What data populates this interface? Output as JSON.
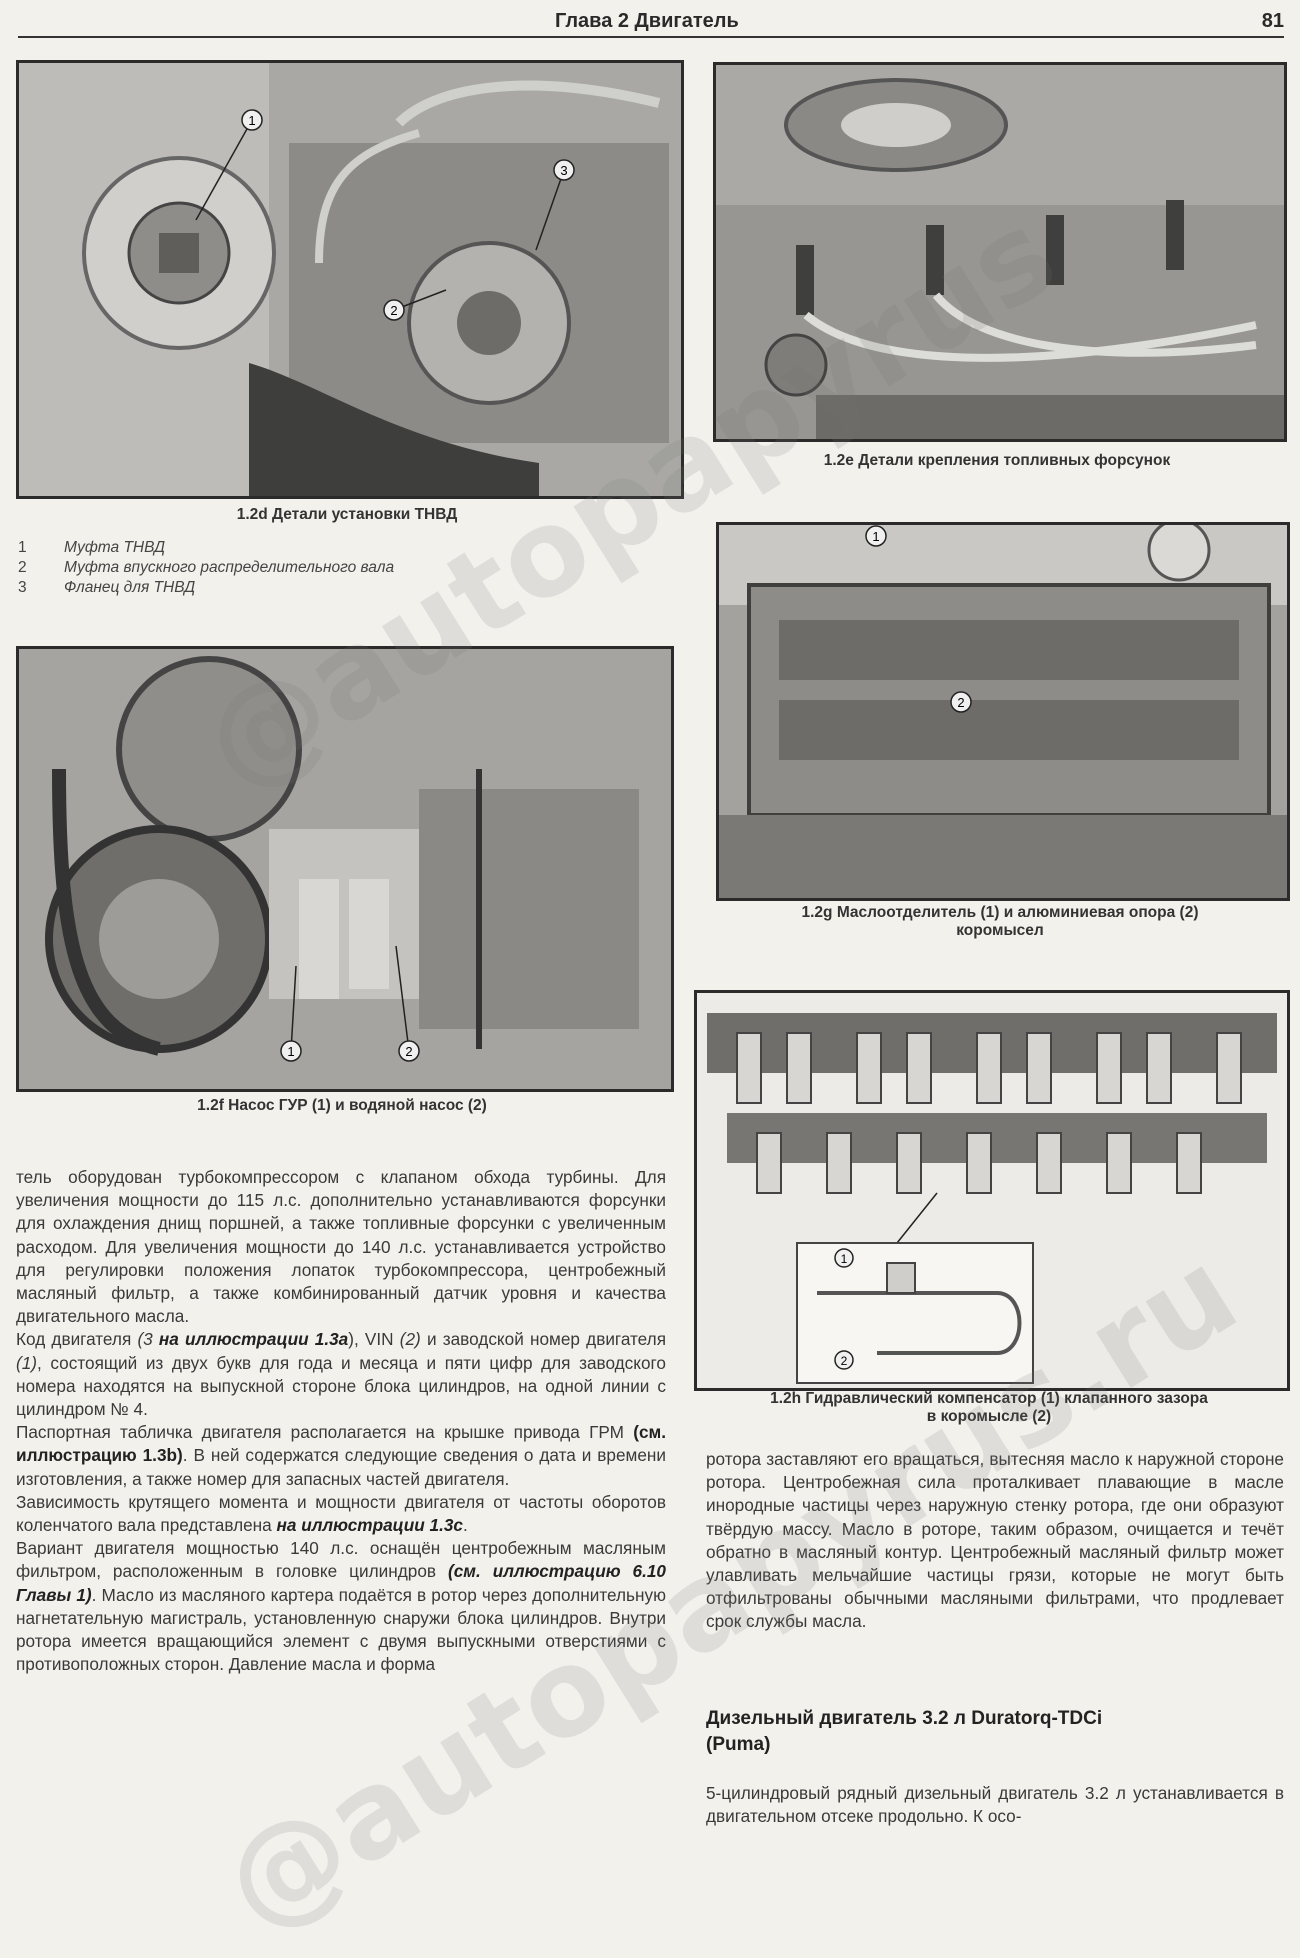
{
  "header": {
    "chapter_title": "Глава 2 Двигатель",
    "page_number": "81"
  },
  "figures": {
    "fig_2d": {
      "caption": "1.2d Детали установки ТНВД",
      "callouts": [
        "1",
        "2",
        "3"
      ],
      "legend": [
        {
          "num": "1",
          "text": "Муфта ТНВД"
        },
        {
          "num": "2",
          "text": "Муфта впускного распределительного вала"
        },
        {
          "num": "3",
          "text": "Фланец для ТНВД"
        }
      ]
    },
    "fig_2e": {
      "caption": "1.2e Детали крепления топливных форсунок"
    },
    "fig_2f": {
      "caption": "1.2f Насос ГУР (1) и водяной насос (2)",
      "callouts": [
        "1",
        "2"
      ]
    },
    "fig_2g": {
      "caption_line1": "1.2g Маслоотделитель (1) и алюминиевая опора (2)",
      "caption_line2": "коромысел",
      "callouts": [
        "1",
        "2"
      ]
    },
    "fig_2h": {
      "caption_line1": "1.2h Гидравлический компенсатор (1) клапанного зазора",
      "caption_line2": "в коромысле (2)",
      "callouts": [
        "1",
        "2"
      ]
    }
  },
  "left_column": {
    "p1": "тель оборудован турбокомпрессором с клапаном обхода турбины. Для увеличения мощности до 115 л.с. дополнительно устанавливаются форсунки для охлаждения днищ поршней, а также топливные форсунки с увеличенным расходом. Для увеличения мощности до 140 л.с. устанавливается устройство для регулировки положения лопаток турбокомпрессора, центробежный масляный фильтр, а также комбинированный датчик уровня и качества двигательного масла.",
    "p2_a": "Код двигателя ",
    "p2_b": "(3 ",
    "p2_c": "на иллюстрации 1.3a",
    "p2_d": "), VIN ",
    "p2_e": "(2)",
    "p2_f": " и заводской номер двигателя ",
    "p2_g": "(1)",
    "p2_h": ", состоящий из двух букв для года и месяца и пяти цифр для заводского номера находятся на выпускной стороне блока цилиндров, на одной линии с цилиндром № 4.",
    "p3_a": "Паспортная табличка двигателя располагается на крышке привода ГРМ ",
    "p3_b": "(см. иллюстрацию 1.3b)",
    "p3_c": ". В ней содержатся следующие сведения о дата и времени изготовления, а также номер для запасных частей двигателя.",
    "p4_a": "Зависимость крутящего момента и мощности двигателя от частоты оборотов коленчатого вала представлена ",
    "p4_b": "на иллюстрации 1.3c",
    "p4_c": ".",
    "p5_a": "Вариант двигателя мощностью 140 л.с. оснащён центробежным масляным фильтром, расположенным в головке цилиндров ",
    "p5_b": "(см. иллюстрацию 6.10 Главы 1)",
    "p5_c": ". Масло из масляного картера подаётся в ротор через дополнительную нагнетательную магистраль, установленную снаружи блока цилиндров. Внутри ротора имеется вращающийся элемент с двумя выпускными отверстиями с противоположных сторон. Давление масла и форма"
  },
  "right_column": {
    "p1": "ротора заставляют его вращаться, вытесняя масло к наружной стороне ротора. Центробежная сила проталкивает плавающие в масле инородные частицы через наружную стенку ротора, где они образуют твёрдую массу. Масло в роторе, таким образом, очищается и течёт обратно в масляный контур. Центробежный масляный фильтр может улавливать мельчайшие частицы грязи, которые не могут быть отфильтрованы обычными масляными фильтрами, что продлевает срок службы масла.",
    "section_heading_line1": "Дизельный двигатель 3.2 л Duratorq-TDCi",
    "section_heading_line2": "(Puma)",
    "p2": "5-цилиндровый рядный дизельный двигатель 3.2 л устанавливается в двигательном отсеке продольно. К осо-"
  },
  "watermark": {
    "text1": "@autopapyrus",
    "text2": "@autopapyrus.ru"
  }
}
